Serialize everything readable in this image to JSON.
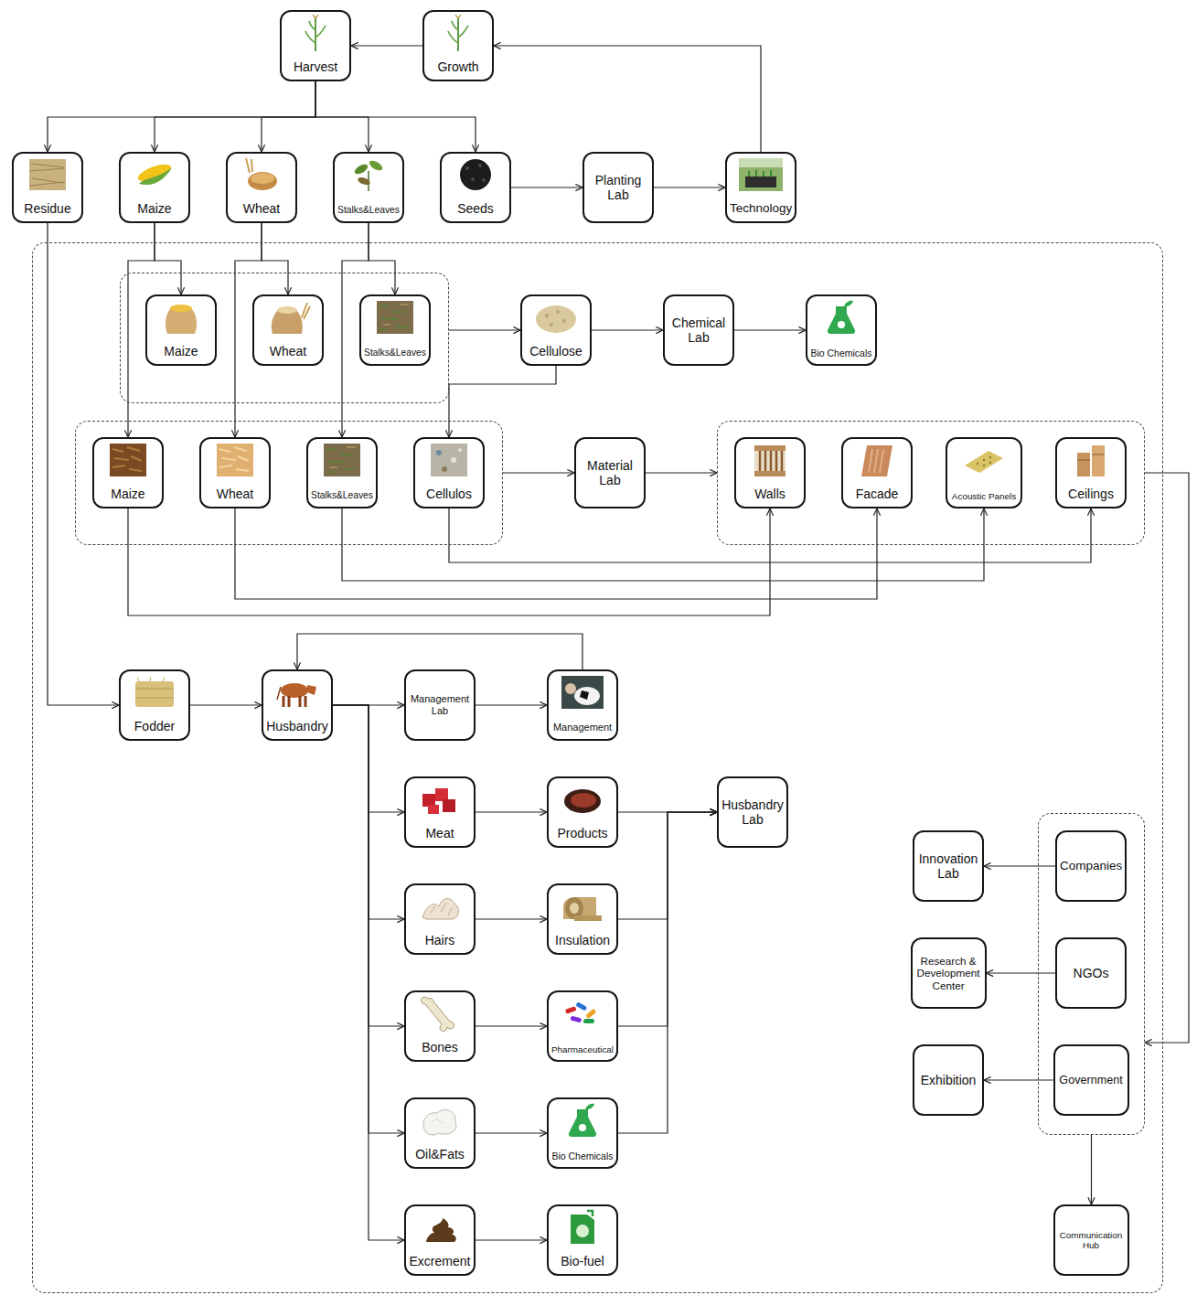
{
  "diagram": {
    "nodes": [
      {
        "text": [
          "Harvest"
        ]
      },
      {
        "text": [
          "Growth"
        ]
      },
      {
        "text": [
          "Residue"
        ]
      },
      {
        "text": [
          "Maize"
        ]
      },
      {
        "text": [
          "Wheat"
        ]
      },
      {
        "text": [
          "Stalks&Leaves"
        ]
      },
      {
        "text": [
          "Seeds"
        ]
      },
      {
        "text": [
          "Planting Lab"
        ]
      },
      {
        "text": [
          "Technology"
        ]
      },
      {
        "text": []
      },
      {
        "text": [],
        "in": 9
      },
      {
        "text": [
          "Maize"
        ],
        "in": 10
      },
      {
        "text": [
          "Wheat"
        ],
        "in": 10
      },
      {
        "text": [
          "Stalks&Leaves"
        ],
        "in": 10
      },
      {
        "text": [
          "Cellulose"
        ],
        "in": 9
      },
      {
        "text": [
          "Chemical Lab"
        ],
        "in": 9
      },
      {
        "text": [
          "Bio Chemicals"
        ],
        "in": 9
      },
      {
        "text": [],
        "in": 9
      },
      {
        "text": [
          "Maize"
        ],
        "in": 17
      },
      {
        "text": [
          "Wheat"
        ],
        "in": 17
      },
      {
        "text": [
          "Stalks&Leaves"
        ],
        "in": 17
      },
      {
        "text": [
          "Cellulos"
        ],
        "in": 17
      },
      {
        "text": [
          "Material Lab"
        ],
        "in": 9
      },
      {
        "text": [],
        "in": 9
      },
      {
        "text": [
          "Walls"
        ],
        "in": 23
      },
      {
        "text": [
          "Facade"
        ],
        "in": 23
      },
      {
        "text": [
          "Acoustic Panels"
        ],
        "in": 23
      },
      {
        "text": [
          "Ceilings"
        ],
        "in": 23
      },
      {
        "text": [
          "Fodder"
        ],
        "in": 9
      },
      {
        "text": [
          "Husbandry"
        ],
        "in": 9
      },
      {
        "text": [
          "Management Lab"
        ],
        "in": 9
      },
      {
        "text": [
          "Management"
        ],
        "in": 9
      },
      {
        "text": [
          "Meat"
        ],
        "in": 9
      },
      {
        "text": [
          "Products"
        ],
        "in": 9
      },
      {
        "text": [
          "Husbandry Lab"
        ],
        "in": 9
      },
      {
        "text": [
          "Hairs"
        ],
        "in": 9
      },
      {
        "text": [
          "Insulation"
        ],
        "in": 9
      },
      {
        "text": [
          "Bones"
        ],
        "in": 9
      },
      {
        "text": [
          "Pharmaceutical"
        ],
        "in": 9
      },
      {
        "text": [
          "Oil&Fats"
        ],
        "in": 9
      },
      {
        "text": [
          "Bio Chemicals"
        ],
        "in": 9
      },
      {
        "text": [
          "Excrement"
        ],
        "in": 9
      },
      {
        "text": [
          "Bio-fuel"
        ],
        "in": 9
      },
      {
        "text": [
          "Innovation Lab"
        ],
        "in": 9
      },
      {
        "text": [],
        "in": 9
      },
      {
        "text": [
          "Companies"
        ],
        "in": 44
      },
      {
        "text": [
          "Research & Development Center"
        ],
        "in": 9
      },
      {
        "text": [
          "NGOs"
        ],
        "in": 44
      },
      {
        "text": [
          "Exhibition"
        ],
        "in": 9
      },
      {
        "text": [
          "Government"
        ],
        "in": 44
      },
      {
        "text": [
          "Communication Hub"
        ],
        "in": 9
      }
    ],
    "edges": [
      {
        "from": 1,
        "to": 0,
        "arrow": "to"
      },
      {
        "from": 0,
        "to": 2,
        "arrow": "to"
      },
      {
        "from": 0,
        "to": 3,
        "arrow": "to"
      },
      {
        "from": 0,
        "to": 4,
        "arrow": "to"
      },
      {
        "from": 0,
        "to": 5,
        "arrow": "to"
      },
      {
        "from": 0,
        "to": 6,
        "arrow": "to"
      },
      {
        "from": 6,
        "to": 7,
        "arrow": "to"
      },
      {
        "from": 7,
        "to": 8,
        "arrow": "to"
      },
      {
        "from": 8,
        "to": 1,
        "arrow": "to"
      },
      {
        "from": 3,
        "to": 11,
        "arrow": "to"
      },
      {
        "from": 3,
        "to": 18,
        "arrow": "to"
      },
      {
        "from": 4,
        "to": 12,
        "arrow": "to"
      },
      {
        "from": 4,
        "to": 19,
        "arrow": "to"
      },
      {
        "from": 5,
        "to": 13,
        "arrow": "to"
      },
      {
        "from": 5,
        "to": 20,
        "arrow": "to"
      },
      {
        "from": 10,
        "to": 14,
        "arrow": "to"
      },
      {
        "from": 14,
        "to": 15,
        "arrow": "to"
      },
      {
        "from": 15,
        "to": 16,
        "arrow": "to"
      },
      {
        "from": 14,
        "to": 21,
        "arrow": "to"
      },
      {
        "from": 17,
        "to": 22,
        "arrow": "to"
      },
      {
        "from": 22,
        "to": 23,
        "arrow": "to"
      },
      {
        "from": 18,
        "to": 24,
        "arrow": "to"
      },
      {
        "from": 19,
        "to": 25,
        "arrow": "to"
      },
      {
        "from": 20,
        "to": 26,
        "arrow": "to"
      },
      {
        "from": 21,
        "to": 27,
        "arrow": "to"
      },
      {
        "from": 23,
        "to": 44,
        "arrow": "to"
      },
      {
        "from": 2,
        "to": 28,
        "arrow": "to"
      },
      {
        "from": 28,
        "to": 29,
        "arrow": "to"
      },
      {
        "from": 29,
        "to": 30,
        "arrow": "to"
      },
      {
        "from": 30,
        "to": 31,
        "arrow": "to"
      },
      {
        "from": 31,
        "to": 29,
        "arrow": "to"
      },
      {
        "from": 29,
        "to": 32,
        "arrow": "to"
      },
      {
        "from": 29,
        "to": 35,
        "arrow": "to"
      },
      {
        "from": 29,
        "to": 37,
        "arrow": "to"
      },
      {
        "from": 29,
        "to": 39,
        "arrow": "to"
      },
      {
        "from": 29,
        "to": 41,
        "arrow": "to"
      },
      {
        "from": 32,
        "to": 33,
        "arrow": "to"
      },
      {
        "from": 35,
        "to": 36,
        "arrow": "to"
      },
      {
        "from": 37,
        "to": 38,
        "arrow": "to"
      },
      {
        "from": 39,
        "to": 40,
        "arrow": "to"
      },
      {
        "from": 41,
        "to": 42,
        "arrow": "to"
      },
      {
        "from": 33,
        "to": 34,
        "arrow": "to"
      },
      {
        "from": 36,
        "to": 34,
        "arrow": "to"
      },
      {
        "from": 38,
        "to": 34,
        "arrow": "to"
      },
      {
        "from": 40,
        "to": 34,
        "arrow": "to"
      },
      {
        "from": 45,
        "to": 43,
        "arrow": "to"
      },
      {
        "from": 47,
        "to": 46,
        "arrow": "to"
      },
      {
        "from": 49,
        "to": 48,
        "arrow": "to"
      },
      {
        "from": 44,
        "to": 50,
        "arrow": "to"
      }
    ]
  }
}
